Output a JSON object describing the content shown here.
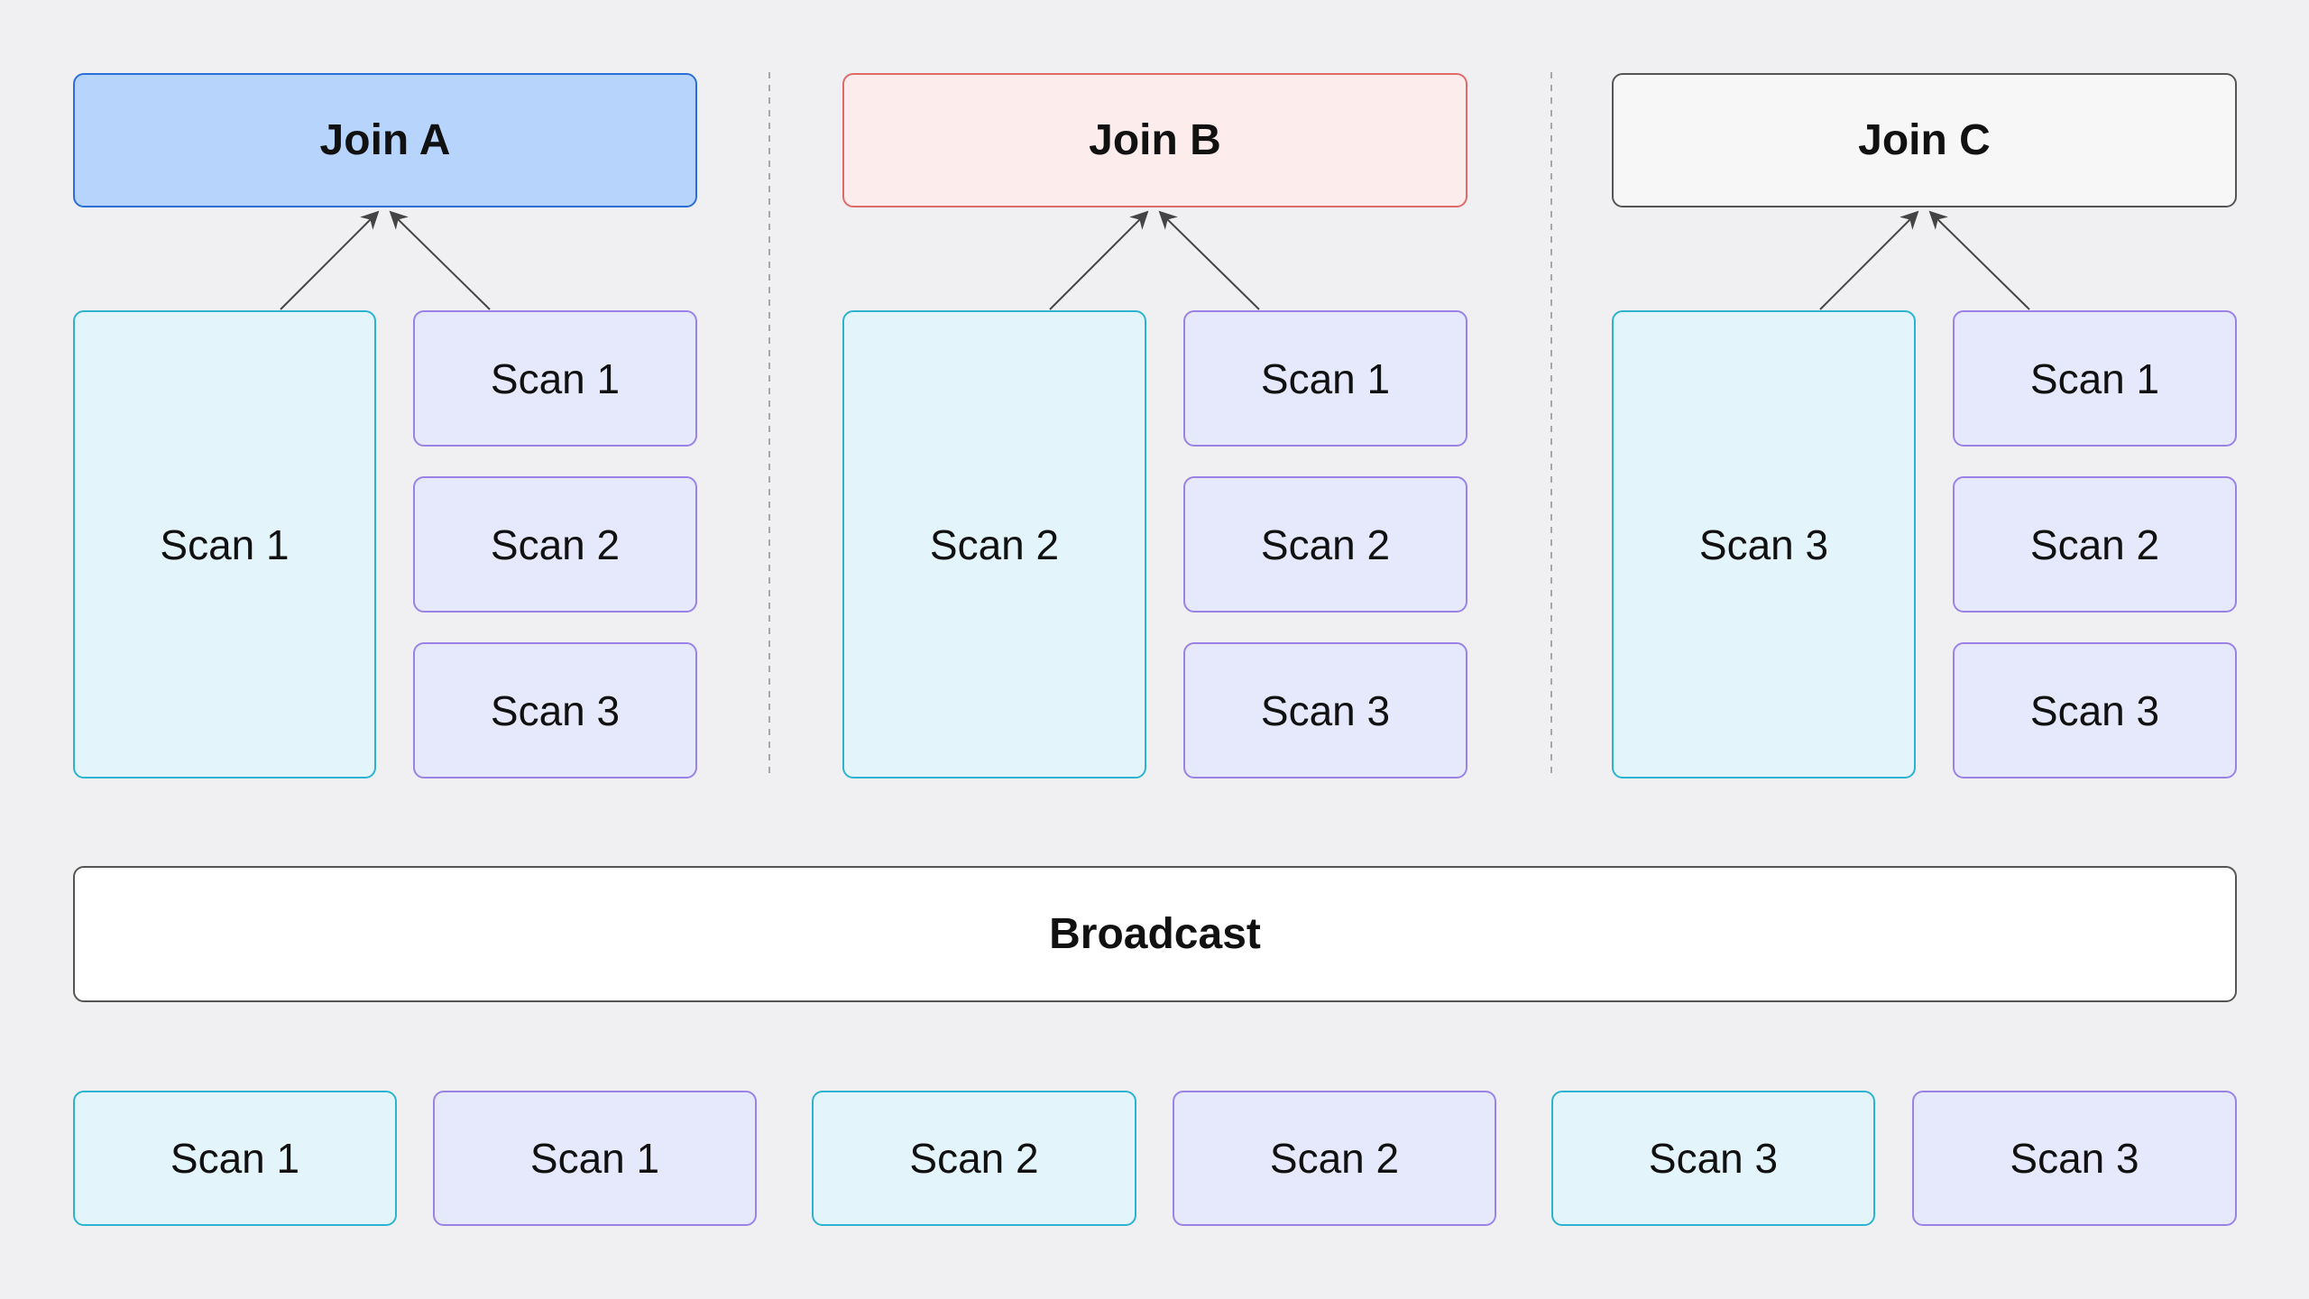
{
  "joins": {
    "a": "Join A",
    "b": "Join B",
    "c": "Join C"
  },
  "groups": {
    "a": {
      "large": "Scan 1",
      "small": [
        "Scan 1",
        "Scan 2",
        "Scan 3"
      ]
    },
    "b": {
      "large": "Scan 2",
      "small": [
        "Scan 1",
        "Scan 2",
        "Scan 3"
      ]
    },
    "c": {
      "large": "Scan 3",
      "small": [
        "Scan 1",
        "Scan 2",
        "Scan 3"
      ]
    }
  },
  "broadcast": "Broadcast",
  "bottom_scans": [
    "Scan 1",
    "Scan 1",
    "Scan 2",
    "Scan 2",
    "Scan 3",
    "Scan 3"
  ],
  "colors": {
    "background": "#f0f0f2",
    "join_a_fill": "#b7d4fd",
    "join_b_fill": "#fdecec",
    "join_c_fill": "#f7f7f7",
    "scan_cyan_fill": "#e4f4fb",
    "scan_purple_fill": "#e6e8fc",
    "arrow": "#444444"
  }
}
